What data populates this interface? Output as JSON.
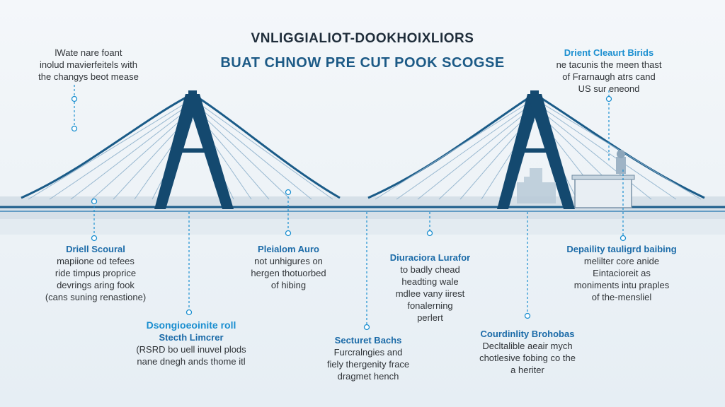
{
  "title": {
    "line1": "VNLIGGIALIOT-DOOKHOIXLIORS",
    "line2": "BUAT CHNOW PRE CUT POOK SCOGSE"
  },
  "top_left_note": {
    "lines": [
      "lWate nare foant",
      "inolud mavierfeitels with",
      "the changys beot mease"
    ]
  },
  "top_right_note": {
    "heading": "Drient Cleaurt Birids",
    "lines": [
      "ne tacunis the meen thast",
      "of Frarnaugh atrs cand",
      "US sur eneond"
    ]
  },
  "callouts": [
    {
      "heading": "Driell Scoural",
      "lines": [
        "mapiione od tefees",
        "ride timpus proprice",
        "devrings aring fook",
        "(cans suning renastione)"
      ]
    },
    {
      "heading": "Dsongioeoinite roll",
      "subheading": "Stecth Limcrer",
      "lines": [
        "(RSRD bo uell inuvel plods",
        "nane dnegh ands thome itl"
      ]
    },
    {
      "heading": "Pleialom Auro",
      "lines": [
        "not unhigures on",
        "hergen thotuorbed",
        "of hibing"
      ]
    },
    {
      "heading": "Secturet Bachs",
      "lines": [
        "Furcralngies and",
        "fiely thergenity frace",
        "dragmet hench"
      ]
    },
    {
      "heading": "Diuraciora Lurafor",
      "lines": [
        "to badly chead",
        "headting wale",
        "mdlee vany iirest",
        "fonalerning",
        "perlert"
      ]
    },
    {
      "heading": "Courdinlity Brohobas",
      "lines": [
        "Decltalible aeair mych",
        "chotlesive fobing co the",
        "a heriter"
      ]
    },
    {
      "heading": "Depaility tauligrd baibing",
      "lines": [
        "melilter core anide",
        "Eintacioreit as",
        "moniments intu praples",
        "of the-mensliel"
      ]
    }
  ],
  "colors": {
    "tower": "#14496f",
    "accent": "#1b8fd0",
    "deck": "#d9e2e9"
  }
}
